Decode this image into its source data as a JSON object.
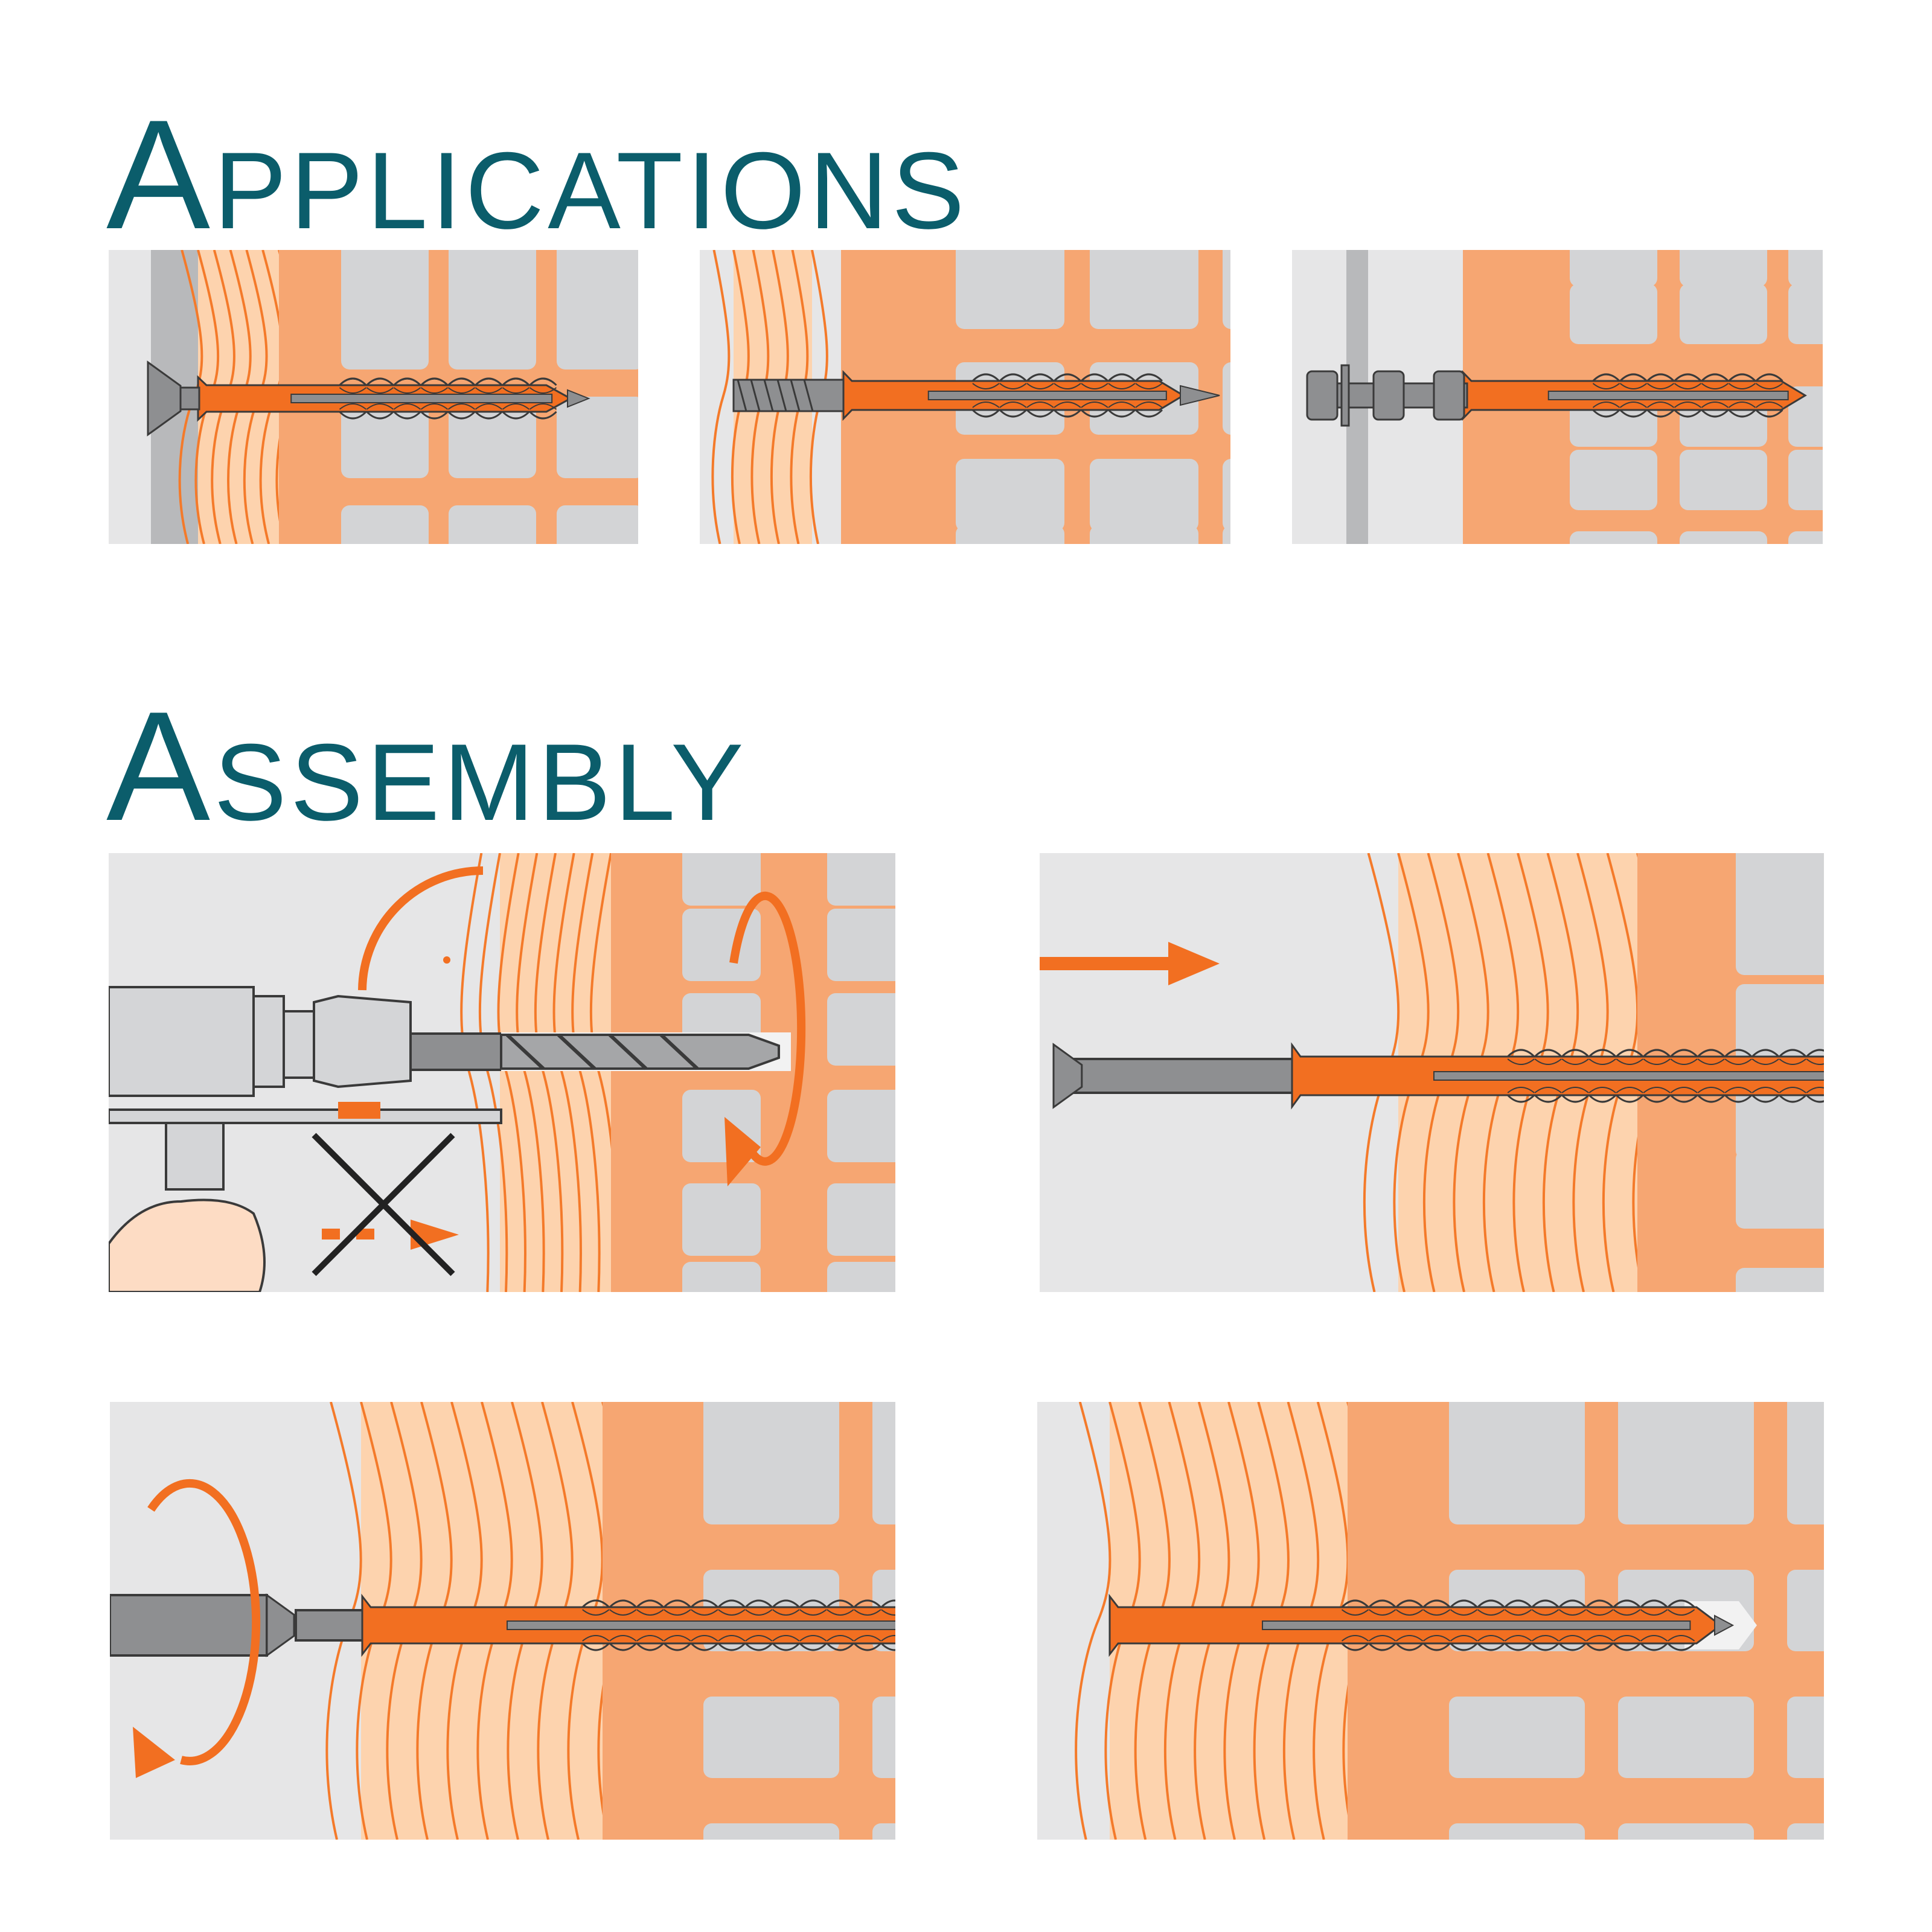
{
  "sections": {
    "applications": {
      "title": "Applications"
    },
    "assembly": {
      "title": "Assembly"
    }
  },
  "colors": {
    "title": "#0b5d6b",
    "background_light": "#e6e6e7",
    "plaster_gray": "#b8b9bb",
    "wood": "#fdd3ae",
    "wood_grain": "#f47a2a",
    "brick": "#f6a672",
    "brick_block": "#d3d4d6",
    "anchor": "#f26f21",
    "steel": "#8e8f91",
    "outline": "#3a3a3a",
    "hand": "#fddcc4"
  },
  "illustrations": {
    "applications": [
      {
        "name": "countersunk-screw-through-plaster"
      },
      {
        "name": "threaded-stud-through-wood"
      },
      {
        "name": "bolt-with-nuts-through-panel"
      }
    ],
    "assembly": [
      {
        "name": "drill-hole-rotary-no-hammer"
      },
      {
        "name": "insert-anchor"
      },
      {
        "name": "screw-in-rotate"
      },
      {
        "name": "installed-anchor"
      }
    ]
  }
}
